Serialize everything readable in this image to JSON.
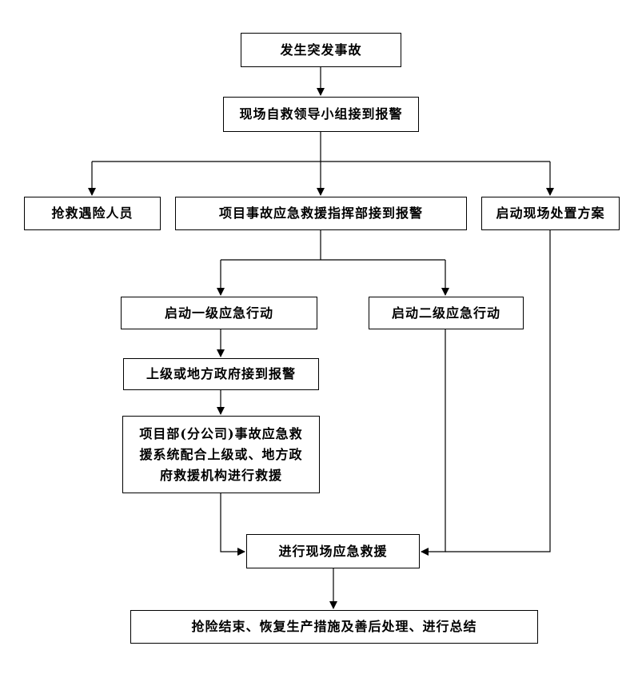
{
  "nodes": {
    "incident": "发生突发事故",
    "onsite_leader": "现场自救领导小组接到报警",
    "rescue_people": "抢救遇险人员",
    "project_command": "项目事故应急救援指挥部接到报警",
    "onsite_plan": "启动现场处置方案",
    "level1": "启动一级应急行动",
    "level2": "启动二级应急行动",
    "gov_alert": "上级或地方政府接到报警",
    "cooperate_line1": "项目部(分公司)事故应急救",
    "cooperate_line2": "援系统配合上级或、地方政",
    "cooperate_line3": "府救援机构进行救援",
    "onsite_rescue": "进行现场应急救援",
    "finish": "抢险结束、恢复生产措施及善后处理、进行总结"
  }
}
